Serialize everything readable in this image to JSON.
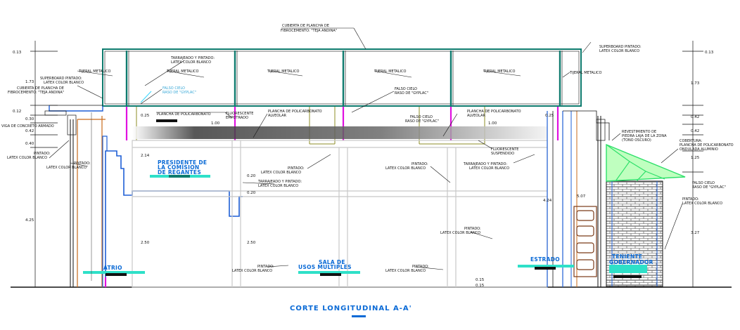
{
  "title": "CORTE LONGITUDINAL A-A'",
  "rooms": {
    "presidente": [
      "PRESIDENTE DE",
      "LA COMISION",
      "DE REGANTES"
    ],
    "atrio": "ATRIO",
    "sala": [
      "SALA DE",
      "USOS MULTIPLES"
    ],
    "estrado": "ESTRADO",
    "teniente": [
      "TENIENTE",
      "GOBERNADOR"
    ]
  },
  "annotations": {
    "cubierta_top": [
      "CUBIERTA DE PLANCHA DE",
      "FIBROCEMENTO: \"TEJA ANDINA\""
    ],
    "tarrajeado_top": [
      "TARRAJEADO Y PINTADO:",
      "LATEX COLOR BLANCO"
    ],
    "superboard_right": [
      "SUPERBOARD PINTADO:",
      "LATEX COLOR BLANCO"
    ],
    "tijeral": "TIJERAL METALICO",
    "superboard_left": [
      "SUPERBOARD PINTADO:",
      "LATEX COLOR BLANCO"
    ],
    "cubierta_left": [
      "CUBIERTA DE PLANCHA DE",
      "FIBROCEMENTO: \"TEJA ANDINA\""
    ],
    "falso_cielo": [
      "FALSO CIELO",
      "RASO DE \"GYPLAC\""
    ],
    "plancha_poli": "PLANCHA DE POLICARBONATO",
    "fluorescente_emp": [
      "FLUORESCENTE",
      "EMPOTRADO"
    ],
    "plancha_poli_alv": [
      "PLANCHA DE POLICARBONATO",
      "ALVEOLAR"
    ],
    "fluorescente_sus": [
      "FLUORESCENTE",
      "SUSPENDIDO"
    ],
    "viga": "VIGA DE CONCRETO ARMADO",
    "pintado": [
      "PINTADO:",
      "LATEX COLOR BLANCO"
    ],
    "revestimiento": [
      "REVESTIMIENTO DE",
      "PIEDRA LAJA DE LA ZONA",
      "(TONO OSCURO)"
    ],
    "cobertura": [
      "COBERTURA:",
      "PLANCHA DE POLICARBONATO",
      "ONDULADA ALUMINIO"
    ],
    "tarrajeado_mid": [
      "TARRAJEADO Y PINTADO:",
      "LATEX COLOR BLANCO"
    ]
  },
  "dimensions": {
    "d013": "0.13",
    "d173": "1.73",
    "d012": "0.12",
    "d030": "0.30",
    "d042": "0.42",
    "d040": "0.40",
    "d425": "4.25",
    "d025": "0.25",
    "d100": "1.00",
    "d214": "2.14",
    "d250": "2.50",
    "d020": "0.20",
    "d424": "4.24",
    "d507": "5.07",
    "d015": "0.15",
    "d125": "1.25",
    "d327": "3.27"
  },
  "colors": {
    "line": "#111111",
    "teal": "#0e7b6e",
    "blue": "#1e5fd6",
    "magenta": "#e010e0",
    "orange": "#c96a1a",
    "olive": "#8c8c26",
    "green": "#2ee06a",
    "cyan": "#38d7ff",
    "gray": "#c8c8c8",
    "brown": "#7a3a18"
  }
}
